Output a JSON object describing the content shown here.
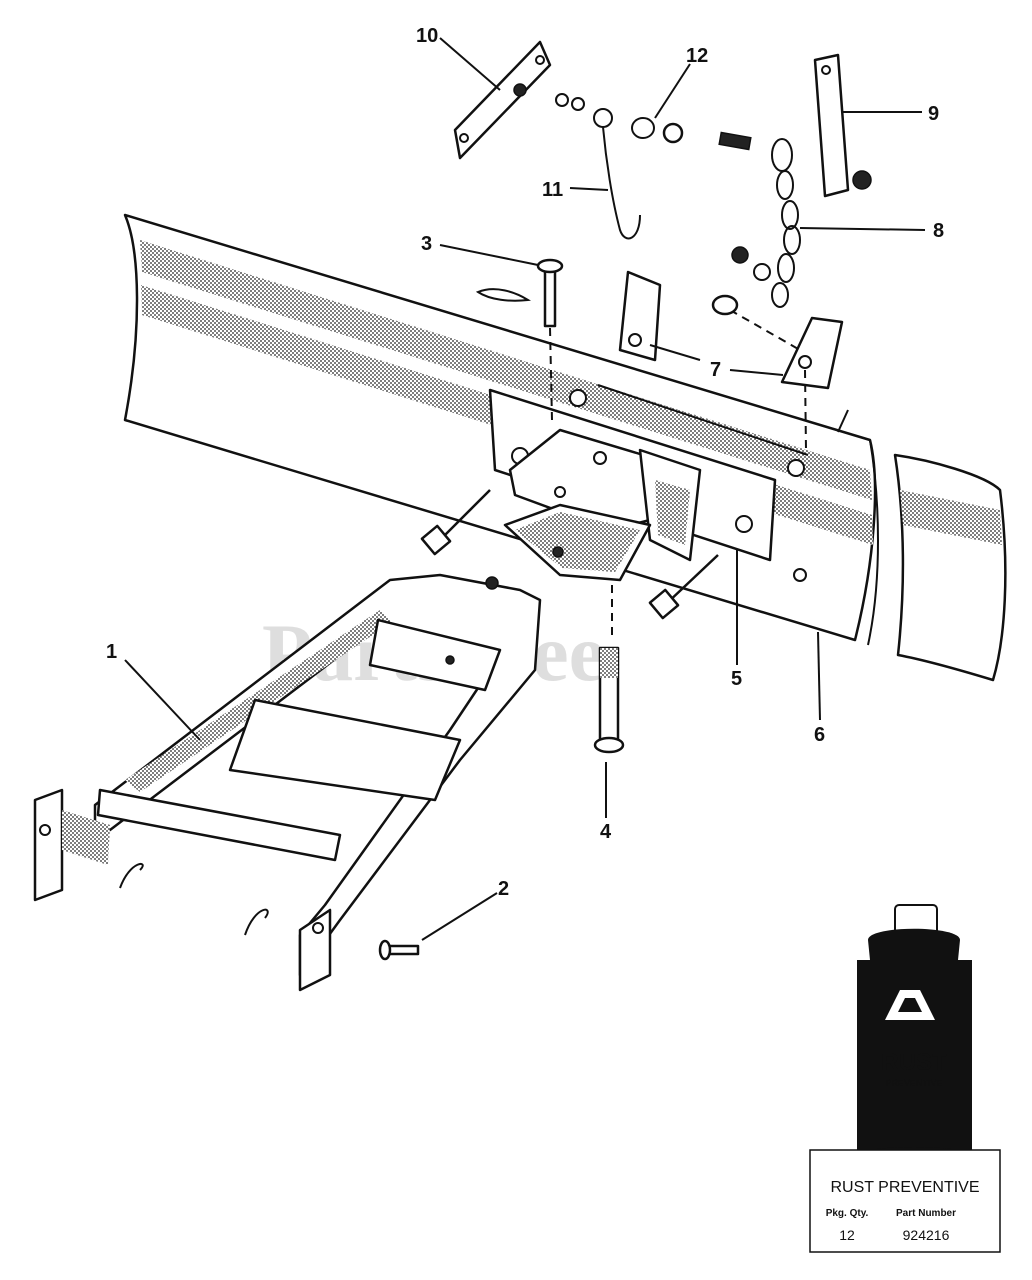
{
  "callouts": [
    "1",
    "2",
    "3",
    "4",
    "5",
    "6",
    "7",
    "8",
    "9",
    "10",
    "11",
    "12"
  ],
  "watermark": "PartsTree",
  "can": {
    "brand_text": "RUST",
    "sub_text": "PREVENTIVE"
  },
  "info_box": {
    "title": "RUST PREVENTIVE",
    "pkg_qty_label": "Pkg. Qty.",
    "part_number_label": "Part Number",
    "pkg_qty": "12",
    "part_number": "924216"
  },
  "colors": {
    "ink": "#111111",
    "paper": "#ffffff",
    "watermark": "#d9d9d9"
  }
}
